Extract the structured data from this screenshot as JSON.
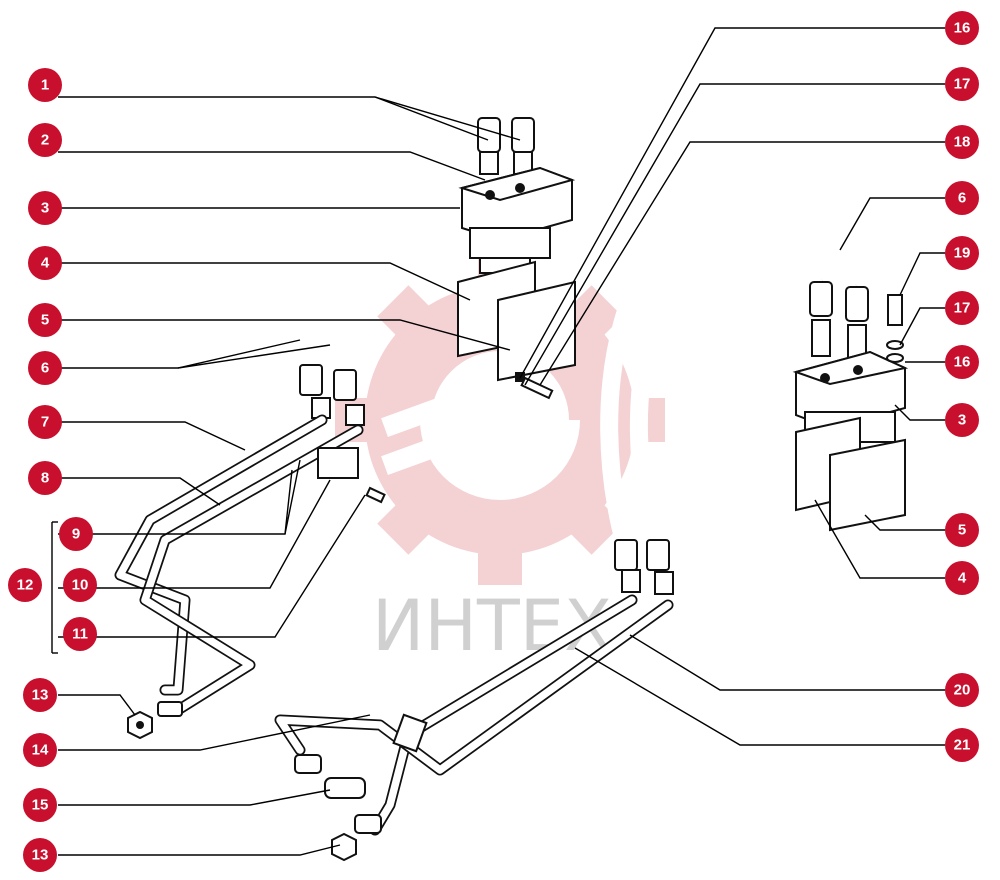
{
  "watermark": {
    "text": "ИНТЕХ",
    "color": "#f3c9cc"
  },
  "callout_color": "#c8102e",
  "callouts_left": [
    {
      "id": "c1",
      "label": "1"
    },
    {
      "id": "c2",
      "label": "2"
    },
    {
      "id": "c3",
      "label": "3"
    },
    {
      "id": "c4",
      "label": "4"
    },
    {
      "id": "c5",
      "label": "5"
    },
    {
      "id": "c6",
      "label": "6"
    },
    {
      "id": "c7",
      "label": "7"
    },
    {
      "id": "c8",
      "label": "8"
    },
    {
      "id": "c9",
      "label": "9"
    },
    {
      "id": "c10",
      "label": "10"
    },
    {
      "id": "c11",
      "label": "11"
    },
    {
      "id": "c12",
      "label": "12"
    },
    {
      "id": "c13a",
      "label": "13"
    },
    {
      "id": "c14",
      "label": "14"
    },
    {
      "id": "c15",
      "label": "15"
    },
    {
      "id": "c13b",
      "label": "13"
    }
  ],
  "callouts_right": [
    {
      "id": "r16a",
      "label": "16"
    },
    {
      "id": "r17a",
      "label": "17"
    },
    {
      "id": "r18",
      "label": "18"
    },
    {
      "id": "r6",
      "label": "6"
    },
    {
      "id": "r19",
      "label": "19"
    },
    {
      "id": "r17b",
      "label": "17"
    },
    {
      "id": "r16b",
      "label": "16"
    },
    {
      "id": "r3",
      "label": "3"
    },
    {
      "id": "r5",
      "label": "5"
    },
    {
      "id": "r4",
      "label": "4"
    },
    {
      "id": "r20",
      "label": "20"
    },
    {
      "id": "r21",
      "label": "21"
    }
  ]
}
